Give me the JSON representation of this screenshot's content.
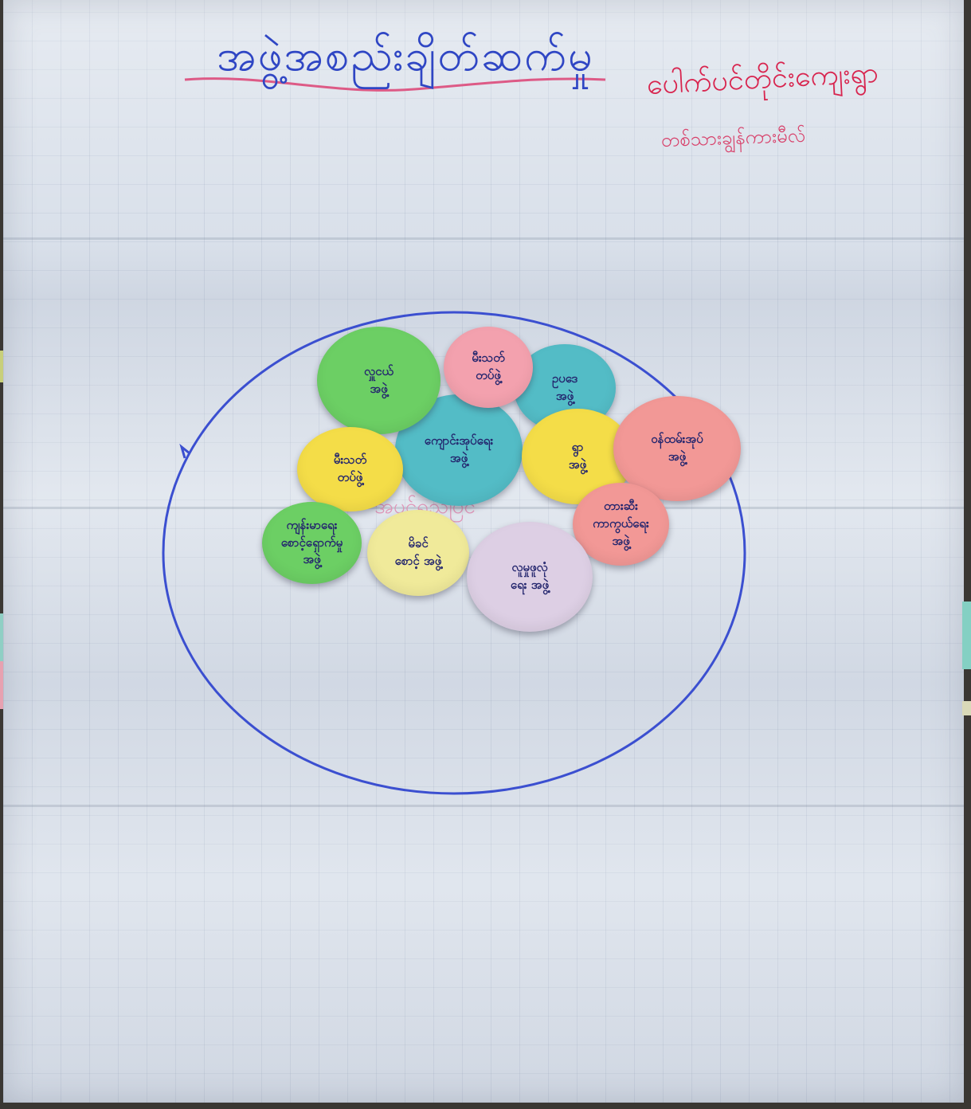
{
  "title": "အဖွဲ့အစည်းချိတ်ဆက်မှု",
  "subtitle": "ပေါက်ပင်တိုင်းကျေးရွာ",
  "subtitle2": "တစ်သားချွန်ကားမီလ်",
  "center_label": "အပင်ရည်ပြင်",
  "colors": {
    "ink_blue": "#2f46c4",
    "ink_red": "#d8244e",
    "paper": "#d9e0ea",
    "note_green": "#6ccf64",
    "note_pink": "#f3a1ae",
    "note_teal": "#53bcc6",
    "note_yellow": "#f4dd48",
    "note_pale_yellow": "#f0ea9a",
    "note_lavender": "#ddcfe4",
    "note_salmon": "#f29896"
  },
  "notes": [
    {
      "text": "လှူငယ်\nအဖွဲ့",
      "color": "green"
    },
    {
      "text": "မီးသတ်\nတပ်ဖွဲ့",
      "color": "pink"
    },
    {
      "text": "ဥပဒေ\nအဖွဲ့",
      "color": "teal"
    },
    {
      "text": "ကျောင်းအုပ်ရေး\nအဖွဲ့",
      "color": "teal"
    },
    {
      "text": "မီးသတ်\nတပ်ဖွဲ့",
      "color": "yellow"
    },
    {
      "text": "ရွာ\nအဖွဲ့",
      "color": "yellow"
    },
    {
      "text": "ဝန်ထမ်းအုပ်\nအဖွဲ့",
      "color": "salmon"
    },
    {
      "text": "ကျန်းမာရေး\nစောင့်ရှောက်မှု\nအဖွဲ့",
      "color": "green"
    },
    {
      "text": "မိခင်\nစောင့် အဖွဲ့",
      "color": "pale-yellow"
    },
    {
      "text": "လူမှုဖူလုံ\nရေး အဖွဲ့",
      "color": "lavender"
    },
    {
      "text": "တားဆီး\nကာကွယ်ရေး\nအဖွဲ့",
      "color": "salmon"
    }
  ]
}
